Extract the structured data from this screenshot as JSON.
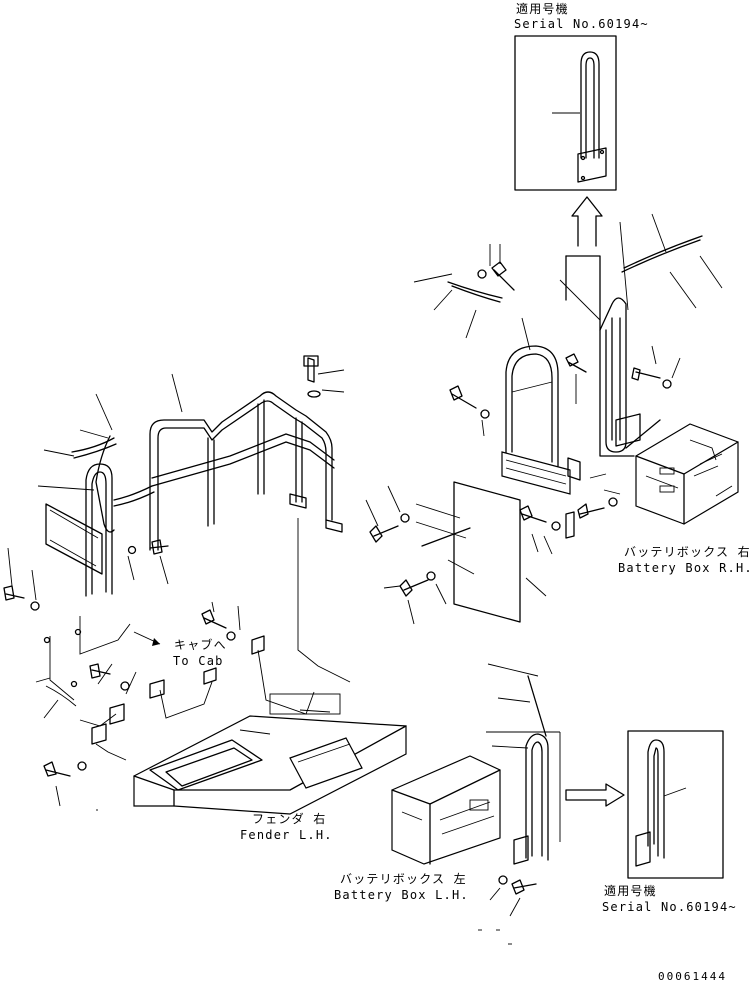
{
  "labels": {
    "top_applicable_jp": "適用号機",
    "top_serial": "Serial No.60194~",
    "battery_rh_jp": "バッテリボックス 右",
    "battery_rh_en": "Battery Box R.H.",
    "to_cab_jp": "キャブへ",
    "to_cab_en": "To Cab",
    "fender_jp": "フェンダ 右",
    "fender_en": "Fender L.H.",
    "battery_lh_jp": "バッテリボックス 左",
    "battery_lh_en": "Battery Box L.H.",
    "bottom_applicable_jp": "適用号機",
    "bottom_serial": "Serial No.60194~",
    "drawing_number": "00061444"
  }
}
